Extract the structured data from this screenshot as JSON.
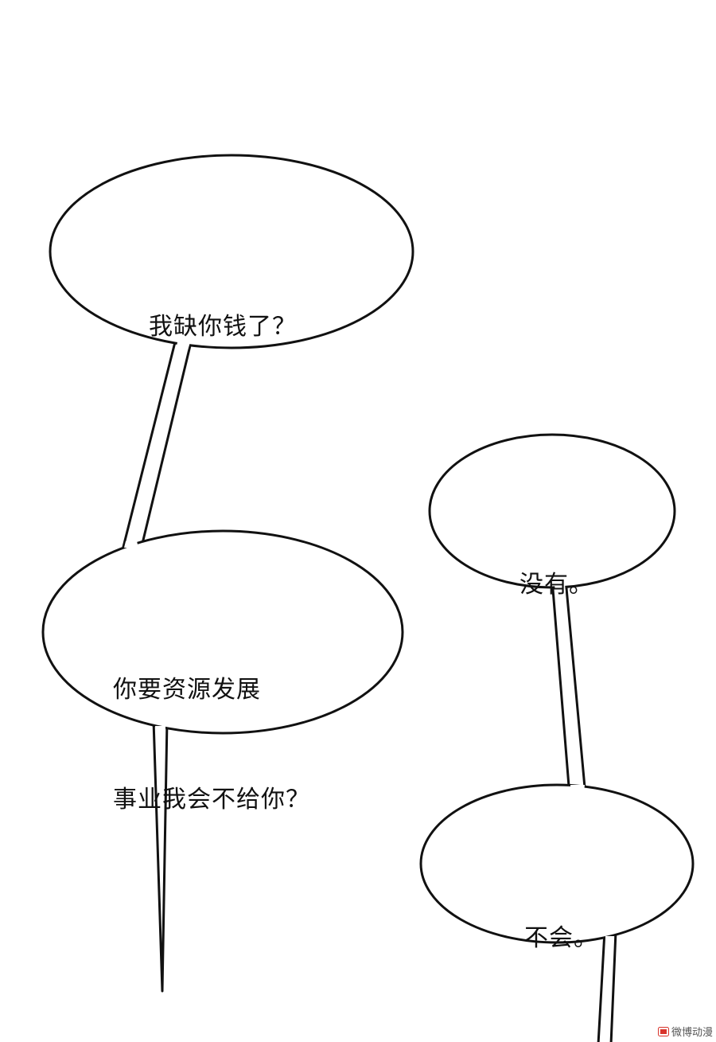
{
  "bubbles": [
    {
      "id": "bubble-1",
      "lines": [
        "我缺你钱了？"
      ]
    },
    {
      "id": "bubble-2",
      "lines": [
        "你要资源发展",
        "事业我会不给你？"
      ]
    },
    {
      "id": "bubble-3",
      "lines": [
        "没有。"
      ]
    },
    {
      "id": "bubble-4",
      "lines": [
        "不会。"
      ]
    }
  ],
  "watermark": {
    "text": "微博动漫"
  },
  "colors": {
    "background": "#ffffff",
    "stroke": "#111111",
    "text": "#111111",
    "watermark_logo": "#d9342b"
  }
}
